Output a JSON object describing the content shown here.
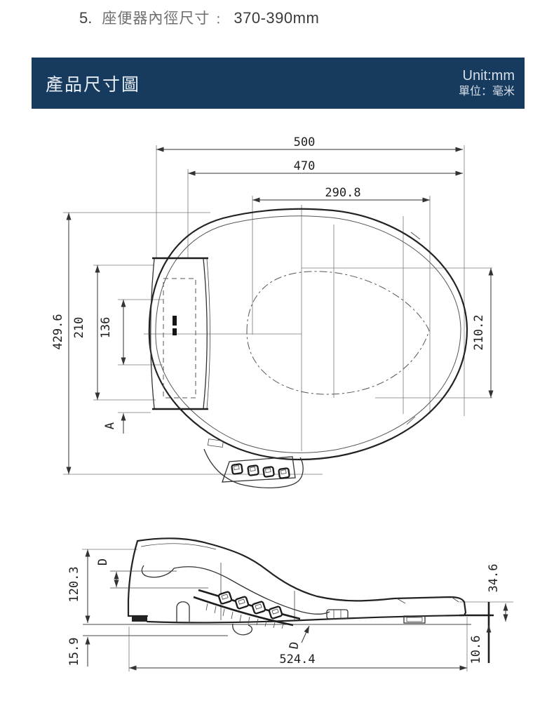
{
  "note": {
    "number": "5.",
    "label": "座便器內徑尺寸",
    "colon": "：",
    "value": "370-390mm"
  },
  "header": {
    "title": "產品尺寸圖",
    "unit_line1": "Unit:mm",
    "unit_line2": "單位：毫米",
    "accent_color": "#173a5f"
  },
  "top_view": {
    "description": "toilet seat top view technical drawing",
    "dims": {
      "overall_width": "500",
      "inner_width": "470",
      "opening_width": "290.8",
      "overall_depth": "429.6",
      "lid_depth": "210",
      "tank_depth": "136",
      "offset_label": "A",
      "opening_depth": "210.2"
    }
  },
  "side_view": {
    "description": "toilet seat side view technical drawing",
    "dims": {
      "overall_height": "120.3",
      "base_gap": "15.9",
      "lid_gap_label": "D",
      "mid_gap_label": "D",
      "overall_length": "524.4",
      "rear_gap": "10.6",
      "tip_height": "34.6"
    }
  }
}
